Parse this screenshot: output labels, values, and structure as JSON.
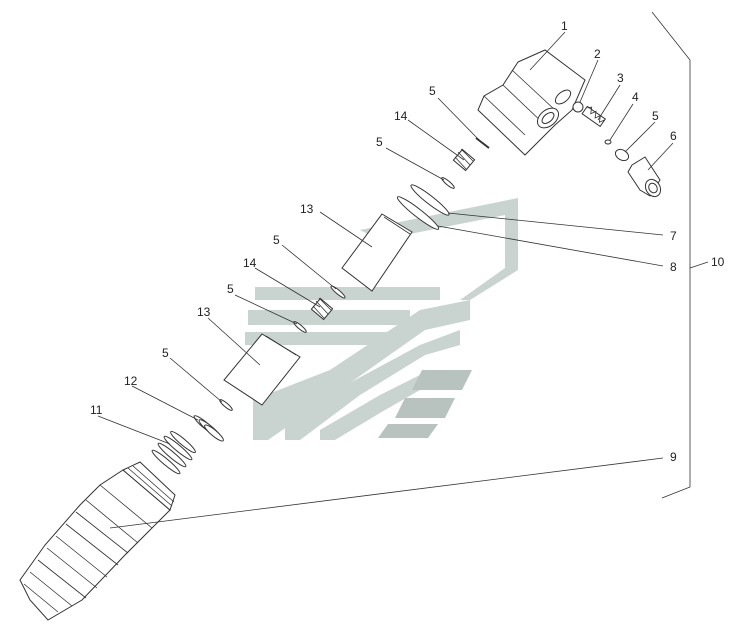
{
  "diagram": {
    "title": "",
    "callouts": {
      "c1": "1",
      "c2": "2",
      "c3": "3",
      "c4": "4",
      "c5a": "5",
      "c6": "6",
      "c5b": "5",
      "c14a": "14",
      "c5c": "5",
      "c7": "7",
      "c8": "8",
      "c13a": "13",
      "c5d": "5",
      "c10": "10",
      "c14b": "14",
      "c5e": "5",
      "c13b": "13",
      "c5f": "5",
      "c12": "12",
      "c11": "11",
      "c9": "9"
    },
    "colors": {
      "line": "#333333",
      "watermark": "#c9d3cf"
    }
  }
}
